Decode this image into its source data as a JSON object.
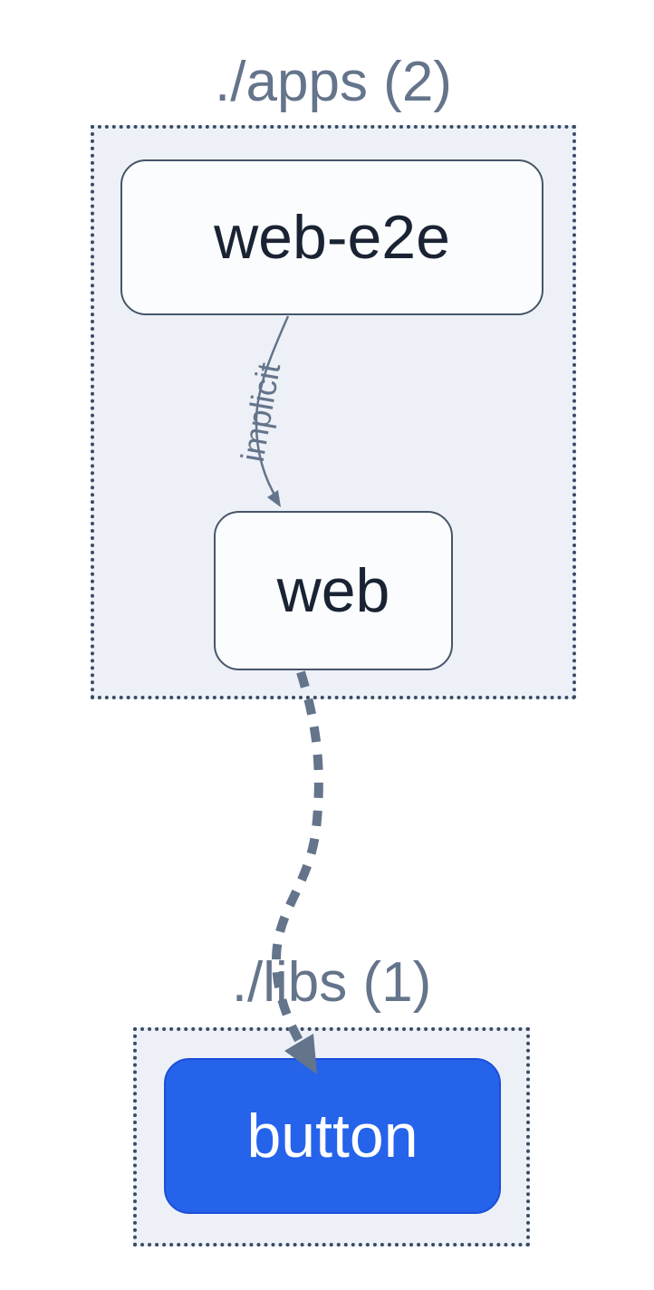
{
  "diagram": {
    "type": "project-dependency-graph",
    "clusters": [
      {
        "id": "apps",
        "label": "./apps (2)",
        "node_count": 2
      },
      {
        "id": "libs",
        "label": "./libs (1)",
        "node_count": 1
      }
    ],
    "nodes": [
      {
        "id": "web-e2e",
        "label": "web-e2e",
        "cluster": "apps",
        "kind": "app"
      },
      {
        "id": "web",
        "label": "web",
        "cluster": "apps",
        "kind": "app"
      },
      {
        "id": "button",
        "label": "button",
        "cluster": "libs",
        "kind": "lib",
        "highlighted": true
      }
    ],
    "edges": [
      {
        "from": "web-e2e",
        "to": "web",
        "label": "implicit",
        "style": "solid"
      },
      {
        "from": "web",
        "to": "button",
        "label": "",
        "style": "dashed"
      }
    ],
    "colors": {
      "cluster_bg": "#edf1f7",
      "cluster_border": "#3a4a63",
      "node_bg": "#fafcfe",
      "node_border": "#475569",
      "node_text": "#1a2333",
      "edge": "#64748b",
      "label_text": "#64748b",
      "button_bg": "#2563eb",
      "button_border": "#1d4ed8",
      "button_text": "#ffffff"
    }
  }
}
